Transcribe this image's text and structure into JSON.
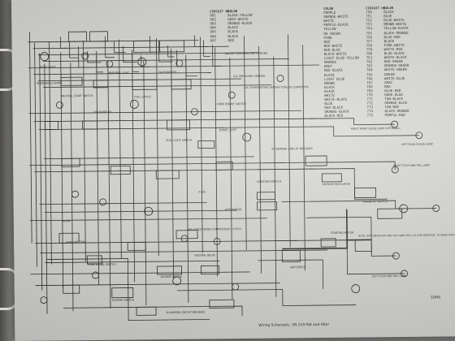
{
  "sheet": {
    "caption": "Wiring Schematic, SN 515768 and After",
    "page_code": "3DR8"
  },
  "table_left": {
    "headers": [
      "CIRCUIT NO.",
      "COLOR"
    ],
    "rows": [
      [
        "901",
        "BLACK-YELLOW"
      ],
      [
        "902",
        "GRAY-WHITE"
      ],
      [
        "903",
        "ORANGE-BLACK"
      ],
      [
        "904",
        "BLACK"
      ],
      [
        "905",
        "BLACK"
      ],
      [
        "906",
        "BLACK"
      ],
      [
        "907",
        "RED"
      ]
    ]
  },
  "table_right": {
    "headers": [
      "COLOR",
      "CIRCUIT NO.",
      "COLOR"
    ],
    "rows": [
      [
        "PURPLE",
        "750",
        "BLACK"
      ],
      [
        "ORANGE-WHITE",
        "751",
        "BLUE"
      ],
      [
        "WHITE",
        "752",
        "BLUE-WHITE"
      ],
      [
        "PURPLE-BLACK",
        "753",
        "BROWN-WHITE"
      ],
      [
        "YELLOW",
        "754",
        "YELLOW-BLACK"
      ],
      [
        "DK GREEN",
        "755",
        "BLACK-ORANGE"
      ],
      [
        "PINK",
        "756",
        "BLUE-RED"
      ],
      [
        "RED",
        "757",
        "BLACK"
      ],
      [
        "RED-WHITE",
        "758",
        "PINK-WHITE"
      ],
      [
        "RED-BLUE",
        "759",
        "WHITE-RED"
      ],
      [
        "BLACK-WHITE",
        "760",
        "BLUE-BLACK"
      ],
      [
        "LIGHT BLUE-YELLOW",
        "761",
        "WHITE-BLACK"
      ],
      [
        "ORANGE",
        "762",
        "RED-GREEN"
      ],
      [
        "GRAY",
        "763",
        "ORANGE-GREEN"
      ],
      [
        "RED-BLACK",
        "764",
        "WHITE-GREEN"
      ],
      [
        "BLACK",
        "765",
        "GREEN"
      ],
      [
        "LIGHT BLUE",
        "766",
        "WHITE-BLUE"
      ],
      [
        "BROWN",
        "767",
        "GRAY"
      ],
      [
        "BLACK",
        "768",
        "RED"
      ],
      [
        "BLACK",
        "769",
        "BLUE-RED"
      ],
      [
        "WHITE",
        "770",
        "DARK BLUE"
      ],
      [
        "WHITE-BLACK",
        "771",
        "TAN-BLACK"
      ],
      [
        "BLUE",
        "772",
        "ORANGE-BLUE"
      ],
      [
        "RED-BLACK",
        "773",
        "TAN-RED"
      ],
      [
        "ORANGE-BLACK",
        "774",
        "BLACK-ORANGE"
      ],
      [
        "BLACK-RED",
        "775",
        "PURPLE-RED"
      ]
    ]
  },
  "labels": {
    "water_temp_sender": "WATER TEMPERATURE SENDER",
    "oil_pressure_sender": "OIL PRESSURE SENDER",
    "converter_temp": "OIL TEMPERATURE SENDER TORQUE CONVERTER",
    "warning_light": "WARNING LIGHT",
    "neutral_start": "NEUTRAL START SWITCH",
    "fuel_gauge": "FUEL GAUGE",
    "park_brake": "PARK BRAKE SWITCH",
    "dome_light": "DOME LIGHT",
    "stop_switch": "STOP LIGHT SWITCH",
    "circuit_breaker_20": "20 AMPERE CIRCUIT BREAKER",
    "ignition_switch": "IGNITION SWITCH",
    "starting_motor": "STARTING MOTOR",
    "alternator": "ALTERNATOR",
    "batteries": "BATTERIES",
    "voltage_regulator": "VOLTAGE REGULATOR",
    "magnetic_switch": "MAGNETIC SWITCH",
    "right_tail_light": "RIGHT STOP AND TAIL LAMP",
    "left_tail_light": "LEFT STOP AND TAIL LAMP",
    "left_flood": "LEFT REAR FLOOD LAMP",
    "right_flood": "RIGHT REAR FLOOD LAMP (OPTIONAL)",
    "horn": "HORN",
    "horn_button": "HORN BUTTON",
    "turn_switch": "TURN SIGNAL SWITCH",
    "air_compressor": "AIR CONDITIONER COMPRESSOR CLUTCH",
    "blower_motor": "BLOWER MOTOR",
    "neutral_relay": "NEUTRAL RELAY",
    "hazard": "HAZARD SWITCH",
    "wiper": "WINDSHIELD WIPER",
    "headlight": "HEAD LIGHT",
    "tachometer": "TACHOMETER",
    "hourmeter": "HOUR METER",
    "circuit_breaker_30": "30 AMPERE CIRCUIT BREAKER",
    "fuse": "FUSE",
    "note": "NOTE: WITH BACKSTOP AND TAIL LAMP USE A 10 OHM RESISTOR. TO WORK WITH TWO STOP AND TAIL LAMPS USE A 5 OHM RESISTOR."
  }
}
